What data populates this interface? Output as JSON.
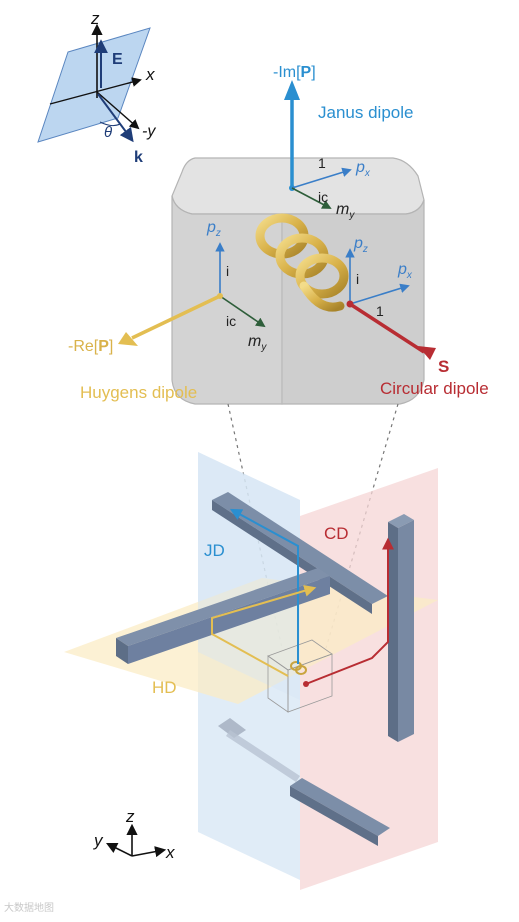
{
  "colors": {
    "janus": "#2a8fd0",
    "huygens": "#e3be52",
    "circular": "#b82d33",
    "axis": "#1f3d78",
    "label_blue": "#3a7ec8",
    "dark_arrow": "#2e5e3a",
    "text_dark": "#222222"
  },
  "inset": {
    "z": "z",
    "x": "x",
    "neg_y": "-y",
    "E": "E",
    "k": "k",
    "theta": "θ"
  },
  "cube": {
    "janus_title": "Janus dipole",
    "im_p_prefix": "-Im[",
    "im_p_bold": "P",
    "im_p_suffix": "]",
    "re_p_prefix": "-Re[",
    "re_p_bold": "P",
    "re_p_suffix": "]",
    "huygens_title": "Huygens dipole",
    "circular_title": "Circular dipole",
    "S": "S",
    "top": {
      "one": "1",
      "px": "p",
      "px_sub": "x",
      "ic": "ic",
      "my": "m",
      "my_sub": "y"
    },
    "left": {
      "pz": "p",
      "pz_sub": "z",
      "i": "i",
      "ic": "ic",
      "my": "m",
      "my_sub": "y"
    },
    "right": {
      "pz": "p",
      "pz_sub": "z",
      "i": "i",
      "px": "p",
      "px_sub": "x",
      "one": "1"
    }
  },
  "lower": {
    "JD": "JD",
    "CD": "CD",
    "HD": "HD"
  },
  "axes_bottom": {
    "z": "z",
    "y": "y",
    "x": "x"
  },
  "watermark": "大数据地图"
}
